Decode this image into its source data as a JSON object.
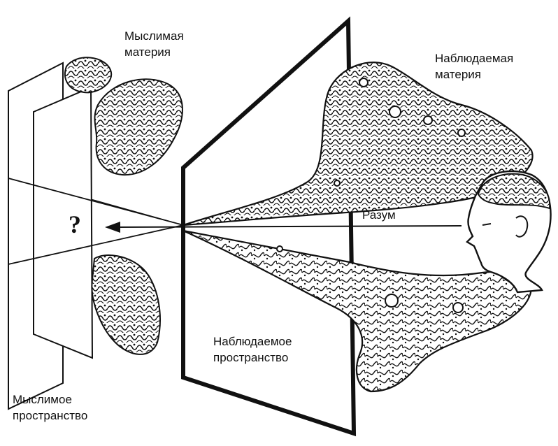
{
  "labels": {
    "thinkable_matter_line1": "Мыслимая",
    "thinkable_matter_line2": "материя",
    "observed_matter_line1": "Наблюдаемая",
    "observed_matter_line2": "материя",
    "reason": "Разум",
    "question_mark": "?",
    "observed_space_line1": "Наблюдаемое",
    "observed_space_line2": "пространство",
    "thinkable_space_line1": "Мыслимое",
    "thinkable_space_line2": "пространство"
  },
  "colors": {
    "ink": "#111111",
    "background": "#ffffff"
  }
}
